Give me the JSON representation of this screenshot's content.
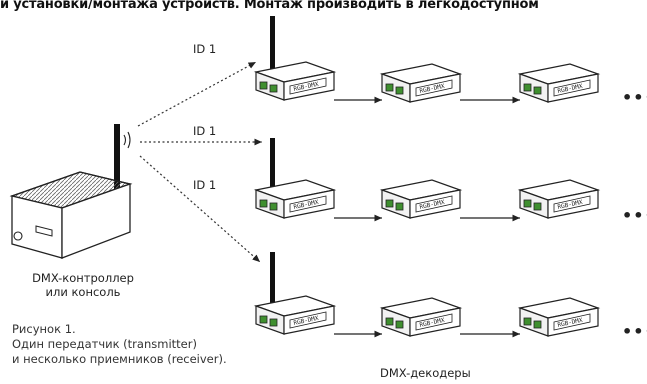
{
  "header": {
    "text": "и установки/монтажа устройств. Монтаж производить в легкодоступном"
  },
  "links": {
    "id_labels": [
      "ID 1",
      "ID 1",
      "ID 1"
    ]
  },
  "controller": {
    "label": "DMX-контроллер\nили консоль"
  },
  "decoders": {
    "label": "DMX-декодеры",
    "continuation": "•••",
    "unit_text": "RGB-DMX"
  },
  "caption": {
    "title": "Рисунок 1.",
    "line1": "Один передатчик (transmitter)",
    "line2": "и несколько приемников (receiver)."
  },
  "colors": {
    "connector_green": "#3f8f2f",
    "outline": "#222222",
    "antenna": "#111111"
  },
  "icons": {
    "wireless": "wireless-signal-icon",
    "controller": "dmx-console-icon",
    "receiver": "dmx-receiver-icon",
    "decoder": "dmx-decoder-icon"
  }
}
